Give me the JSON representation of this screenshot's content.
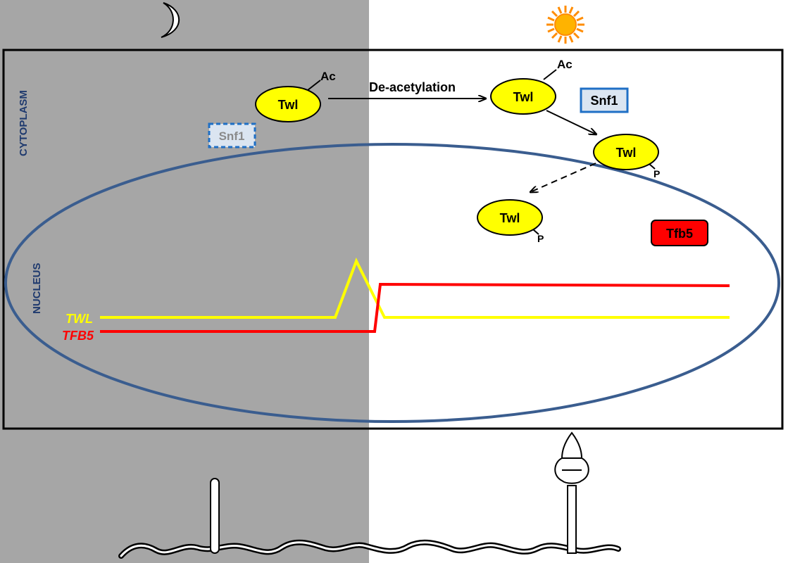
{
  "labels": {
    "cytoplasm": "CYTOPLASM",
    "nucleus": "NUCLEUS",
    "deacetylation": "De-acetylation",
    "twl_1": "Twl",
    "twl_2": "Twl",
    "twl_3": "Twl",
    "twl_4": "Twl",
    "ac_1": "Ac",
    "ac_2": "Ac",
    "p_1": "P",
    "p_2": "P",
    "snf1_night": "Snf1",
    "snf1_day": "Snf1",
    "tfb5": "Tfb5",
    "twl_gene": "TWL",
    "tfb5_gene": "TFB5"
  },
  "icons": {
    "night": "moon-icon",
    "day": "sun-icon"
  },
  "colors": {
    "night_background": "#a6a6a6",
    "day_background": "#ffffff",
    "twl_fill": "#ffff00",
    "nucleus_outline": "#3a5d8f",
    "twl_gene_line": "#ffff00",
    "tfb5_gene_line": "#ff0000",
    "tfb5_box": "#ff0000",
    "snf1_box": "#dbe5f1",
    "snf1_border": "#1f6fc5",
    "cytoplasm_text": "#1f3a6e"
  }
}
